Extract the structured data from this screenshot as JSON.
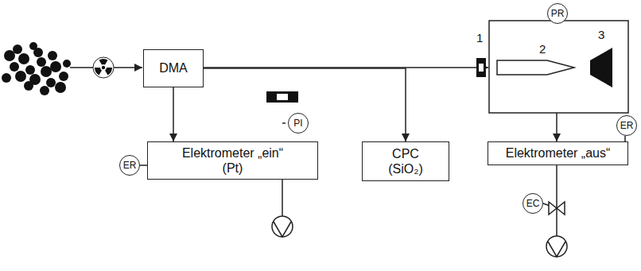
{
  "diagram": {
    "nodes": [
      {
        "text": [
          "DMA"
        ]
      },
      {
        "text": [
          "PI"
        ]
      },
      {
        "text": [
          "ER"
        ]
      },
      {
        "text": [
          "Elektrometer „ein“",
          "(Pt)"
        ]
      },
      {
        "text": [
          "CPC",
          "(SiO₂)"
        ]
      },
      {
        "text": [
          "PR"
        ]
      },
      {
        "text": [
          "Elektrometer „aus“"
        ]
      },
      {
        "text": [
          "ER"
        ]
      },
      {
        "text": [
          "EC"
        ]
      }
    ],
    "edges": [
      {
        "from": 0,
        "to": 3,
        "arrow": "to"
      },
      {
        "from": 0,
        "to": 4,
        "arrow": "to"
      },
      {
        "from": 2,
        "to": 3,
        "arrow": "none"
      },
      {
        "from": 7,
        "to": 6,
        "arrow": "none"
      }
    ],
    "labels": [
      "1",
      "2",
      "3"
    ]
  }
}
